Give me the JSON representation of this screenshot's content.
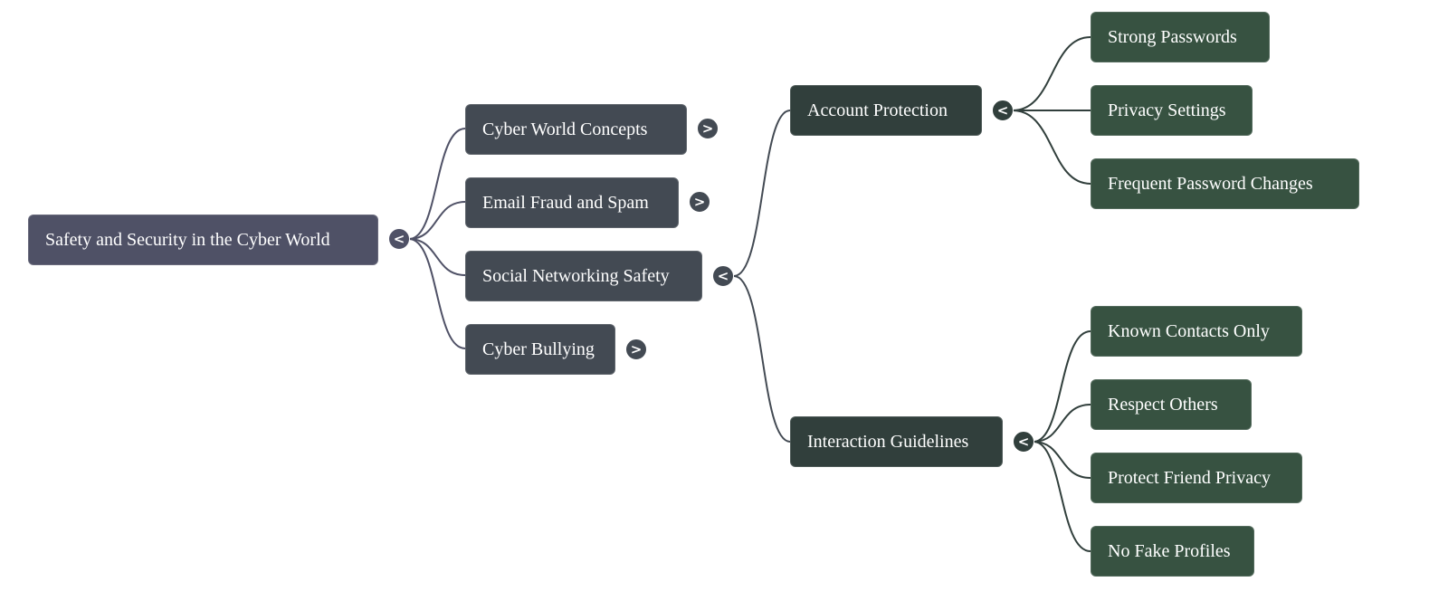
{
  "mindmap": {
    "root": {
      "label": "Safety and Security in the Cyber World",
      "toggle": "<",
      "expanded": true,
      "color": "#4f5166",
      "children": [
        {
          "label": "Cyber World Concepts",
          "toggle": ">",
          "expanded": false
        },
        {
          "label": "Email Fraud and Spam",
          "toggle": ">",
          "expanded": false
        },
        {
          "label": "Social Networking Safety",
          "toggle": "<",
          "expanded": true,
          "children": [
            {
              "label": "Account Protection",
              "toggle": "<",
              "expanded": true,
              "children": [
                {
                  "label": "Strong Passwords"
                },
                {
                  "label": "Privacy Settings"
                },
                {
                  "label": "Frequent Password Changes"
                }
              ]
            },
            {
              "label": "Interaction Guidelines",
              "toggle": "<",
              "expanded": true,
              "children": [
                {
                  "label": "Known Contacts Only"
                },
                {
                  "label": "Respect Others"
                },
                {
                  "label": "Protect Friend Privacy"
                },
                {
                  "label": "No Fake Profiles"
                }
              ]
            }
          ]
        },
        {
          "label": "Cyber Bullying",
          "toggle": ">",
          "expanded": false
        }
      ]
    },
    "colors": {
      "level0": "#4f5166",
      "level1": "#434a53",
      "level2": "#313f3c",
      "level3": "#375241",
      "link_root": "#4f5166",
      "link_level1": "#434a53",
      "link_level2": "#313f3c"
    },
    "icons": {
      "expanded": "collapse-chevron-left-icon",
      "collapsed": "expand-chevron-right-icon"
    }
  }
}
